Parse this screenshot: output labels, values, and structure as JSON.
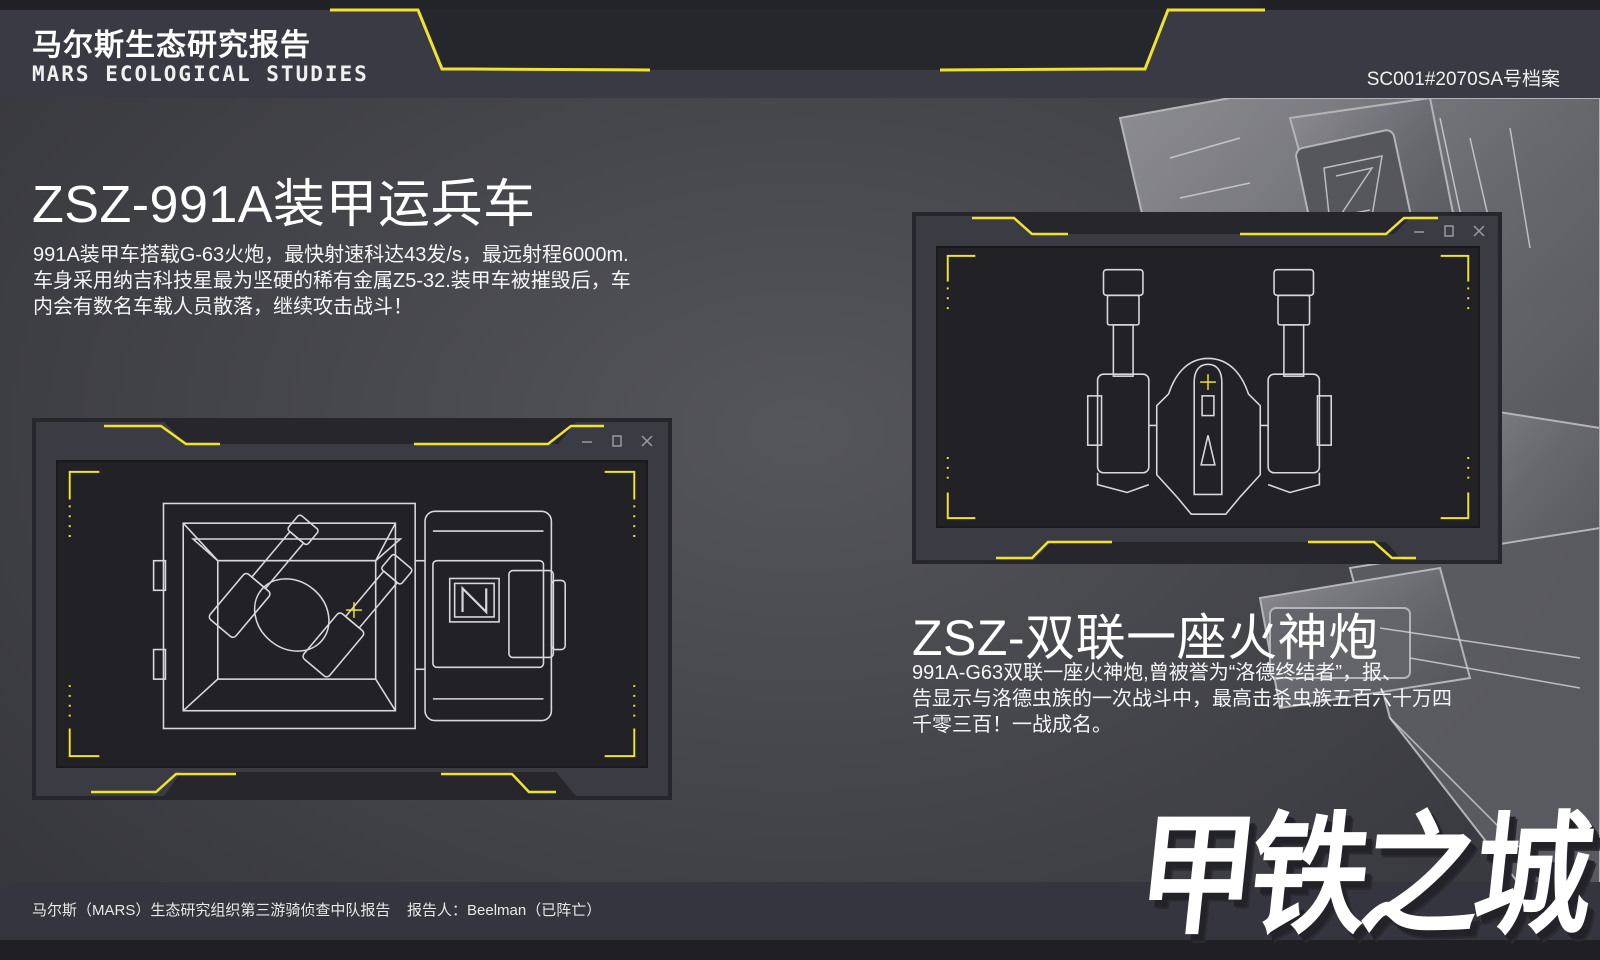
{
  "header": {
    "brand_cn": "马尔斯生态研究报告",
    "brand_en": "MARS ECOLOGICAL STUDIES",
    "archive_id": "SC001#2070SA号档案"
  },
  "section_1": {
    "title": "ZSZ-991A装甲运兵车",
    "description_lines": [
      "991A装甲车搭载G-63火炮，最快射速科达43发/s，最远射程6000m.",
      "车身采用纳吉科技星最为坚硬的稀有金属Z5-32.装甲车被摧毁后，车",
      "内会有数名车载人员散落，继续攻击战斗！"
    ],
    "viewer": {
      "subject": "armored-vehicle-wireframe",
      "emblem_letter": "N",
      "controls": [
        "minimize",
        "maximize",
        "close"
      ]
    }
  },
  "section_2": {
    "title": "ZSZ-双联一座火神炮",
    "description_lines": [
      "991A-G63双联一座火神炮,曾被誉为“洛德终结者”，报、",
      "告显示与洛德虫族的一次战斗中，最高击杀虫族五百六十万四",
      "千零三百！一战成名。"
    ],
    "viewer": {
      "subject": "twin-cannon-wireframe",
      "controls": [
        "minimize",
        "maximize",
        "close"
      ]
    }
  },
  "footer": {
    "text": "马尔斯（MARS）生态研究组织第三游骑侦查中队报告    报告人：Beelman（已阵亡）"
  },
  "logo": {
    "text": "甲铁之城"
  },
  "colors": {
    "accent_yellow": "#f0e330",
    "background": "#45464b",
    "header_band": "#393a43",
    "frame": "#3a3b43",
    "viewport": "#212126",
    "text": "#ffffff"
  }
}
